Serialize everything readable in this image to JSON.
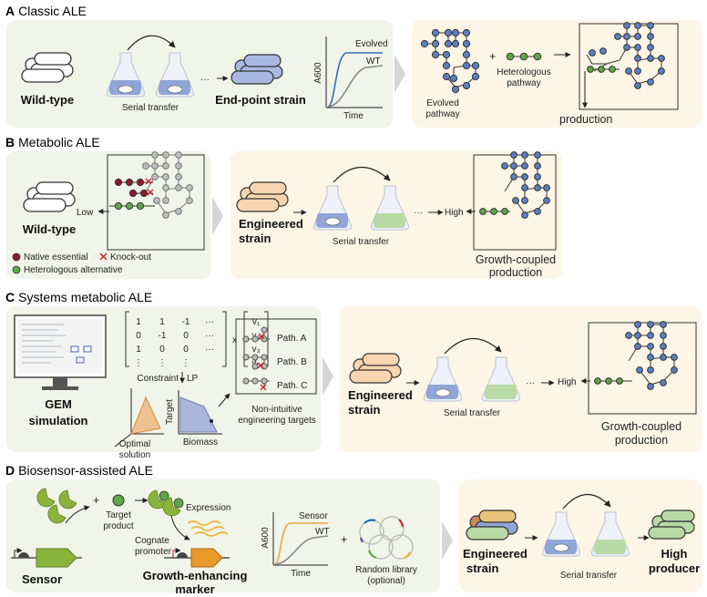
{
  "panels": {
    "a": {
      "letter": "A",
      "title": "Classic ALE"
    },
    "b": {
      "letter": "B",
      "title": "Metabolic ALE"
    },
    "c": {
      "letter": "C",
      "title": "Systems metabolic ALE"
    },
    "d": {
      "letter": "D",
      "title": "Biosensor-assisted ALE"
    }
  },
  "a": {
    "wildtype": "Wild-type",
    "serial_transfer": "Serial transfer",
    "ellipsis": "···",
    "endpoint": "End-point strain",
    "chart_y": "A600",
    "chart_x": "Time",
    "evolved": "Evolved",
    "wt": "WT",
    "plus": "+",
    "evolved_path_1": "Evolved",
    "evolved_path_2": "pathway",
    "hetero_1": "Heterologous",
    "hetero_2": "pathway",
    "production": "production"
  },
  "b": {
    "wildtype": "Wild-type",
    "low": "Low",
    "native_essential": "Native essential",
    "knockout": "Knock-out",
    "hetero_alt": "Heterologous alternative",
    "engineered_1": "Engineered",
    "engineered_2": "strain",
    "serial_transfer": "Serial transfer",
    "ellipsis": "···",
    "high": "High",
    "gc_1": "Growth-coupled",
    "gc_2": "production"
  },
  "c": {
    "gem_1": "GEM",
    "gem_2": "simulation",
    "matrix": [
      [
        "1",
        "1",
        "-1",
        "···"
      ],
      [
        "0",
        "-1",
        "0",
        "···"
      ],
      [
        "1",
        "0",
        "0",
        "···"
      ],
      [
        "⋮",
        "⋮",
        "⋮",
        ""
      ]
    ],
    "times": "x",
    "vec": [
      "v₁",
      "v₂",
      "v₃",
      "vₙ"
    ],
    "constraint": "Constraint",
    "lp": "LP",
    "optimal_1": "Optimal",
    "optimal_2": "solution",
    "target": "Target",
    "biomass": "Biomass",
    "path_a": "Path. A",
    "path_b": "Path. B",
    "path_c": "Path. C",
    "nonint_1": "Non-intuitive",
    "nonint_2": "engineering targets",
    "engineered_1": "Engineered",
    "engineered_2": "strain",
    "serial_transfer": "Serial transfer",
    "ellipsis": "···",
    "high": "High",
    "gc_1": "Growth-coupled",
    "gc_2": "production"
  },
  "d": {
    "plus": "+",
    "target_1": "Target",
    "target_2": "product",
    "expression": "Expression",
    "cognate_1": "Cognate",
    "cognate_2": "promoter",
    "sensor": "Sensor",
    "gem_1": "Growth-enhancing",
    "gem_2": "marker",
    "chart_y": "A600",
    "chart_x": "Time",
    "sensor_curve": "Sensor",
    "wt": "WT",
    "plus2": "+",
    "random_1": "Random library",
    "random_2": "(optional)",
    "engineered_1": "Engineered",
    "engineered_2": "strain",
    "serial_transfer": "Serial transfer",
    "high_1": "High",
    "high_2": "producer"
  },
  "colors": {
    "panel_green": "#f1f4e8",
    "panel_peach": "#fdf6e6",
    "node_blue": "#5b7fc4",
    "node_green": "#5fa64b",
    "node_red": "#8b1a2a",
    "node_gray": "#bdbdbd",
    "sensor_green": "#8ab33c",
    "marker_orange": "#e99a2b"
  }
}
